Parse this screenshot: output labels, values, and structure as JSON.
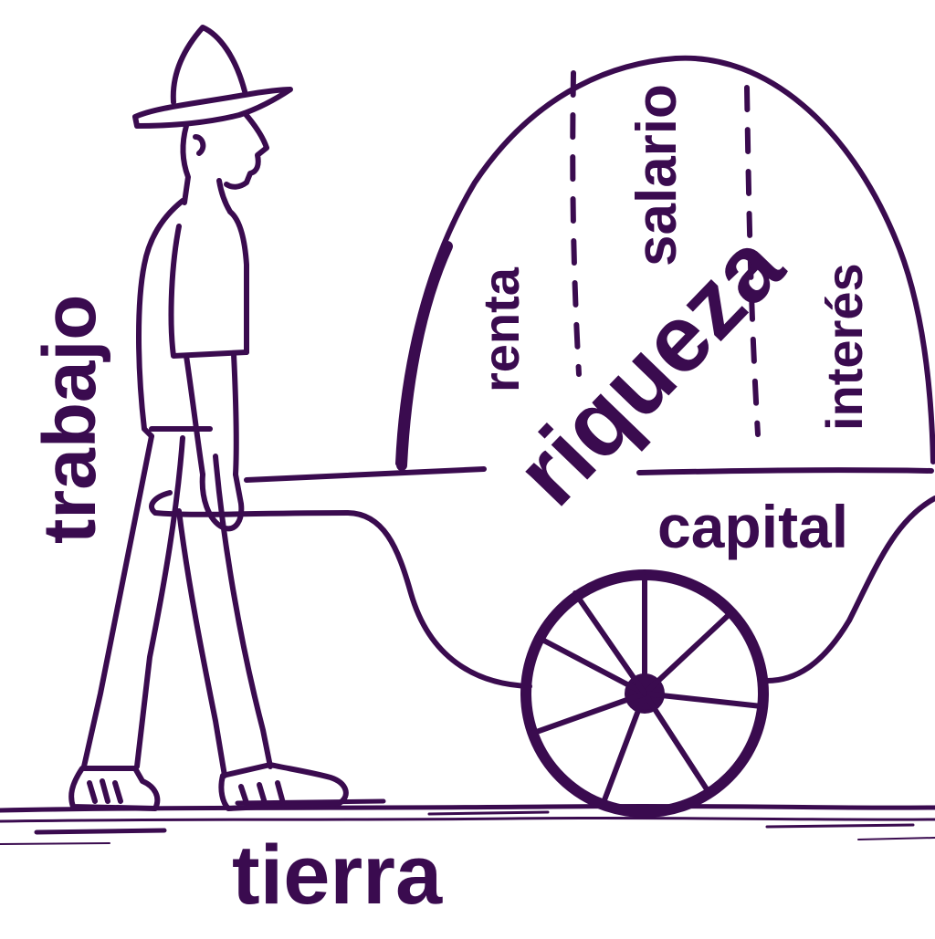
{
  "colors": {
    "ink": "#3a0b4f",
    "background": "#ffffff"
  },
  "labels": {
    "trabajo": "trabajo",
    "tierra": "tierra",
    "riqueza": "riqueza",
    "renta": "renta",
    "salario": "salario",
    "interes": "interés",
    "capital": "capital"
  },
  "figures": {
    "man": "man-walking-icon",
    "wheelbarrow": "wheelbarrow-icon",
    "wheel": "wheel-icon",
    "ground": "ground-line"
  }
}
